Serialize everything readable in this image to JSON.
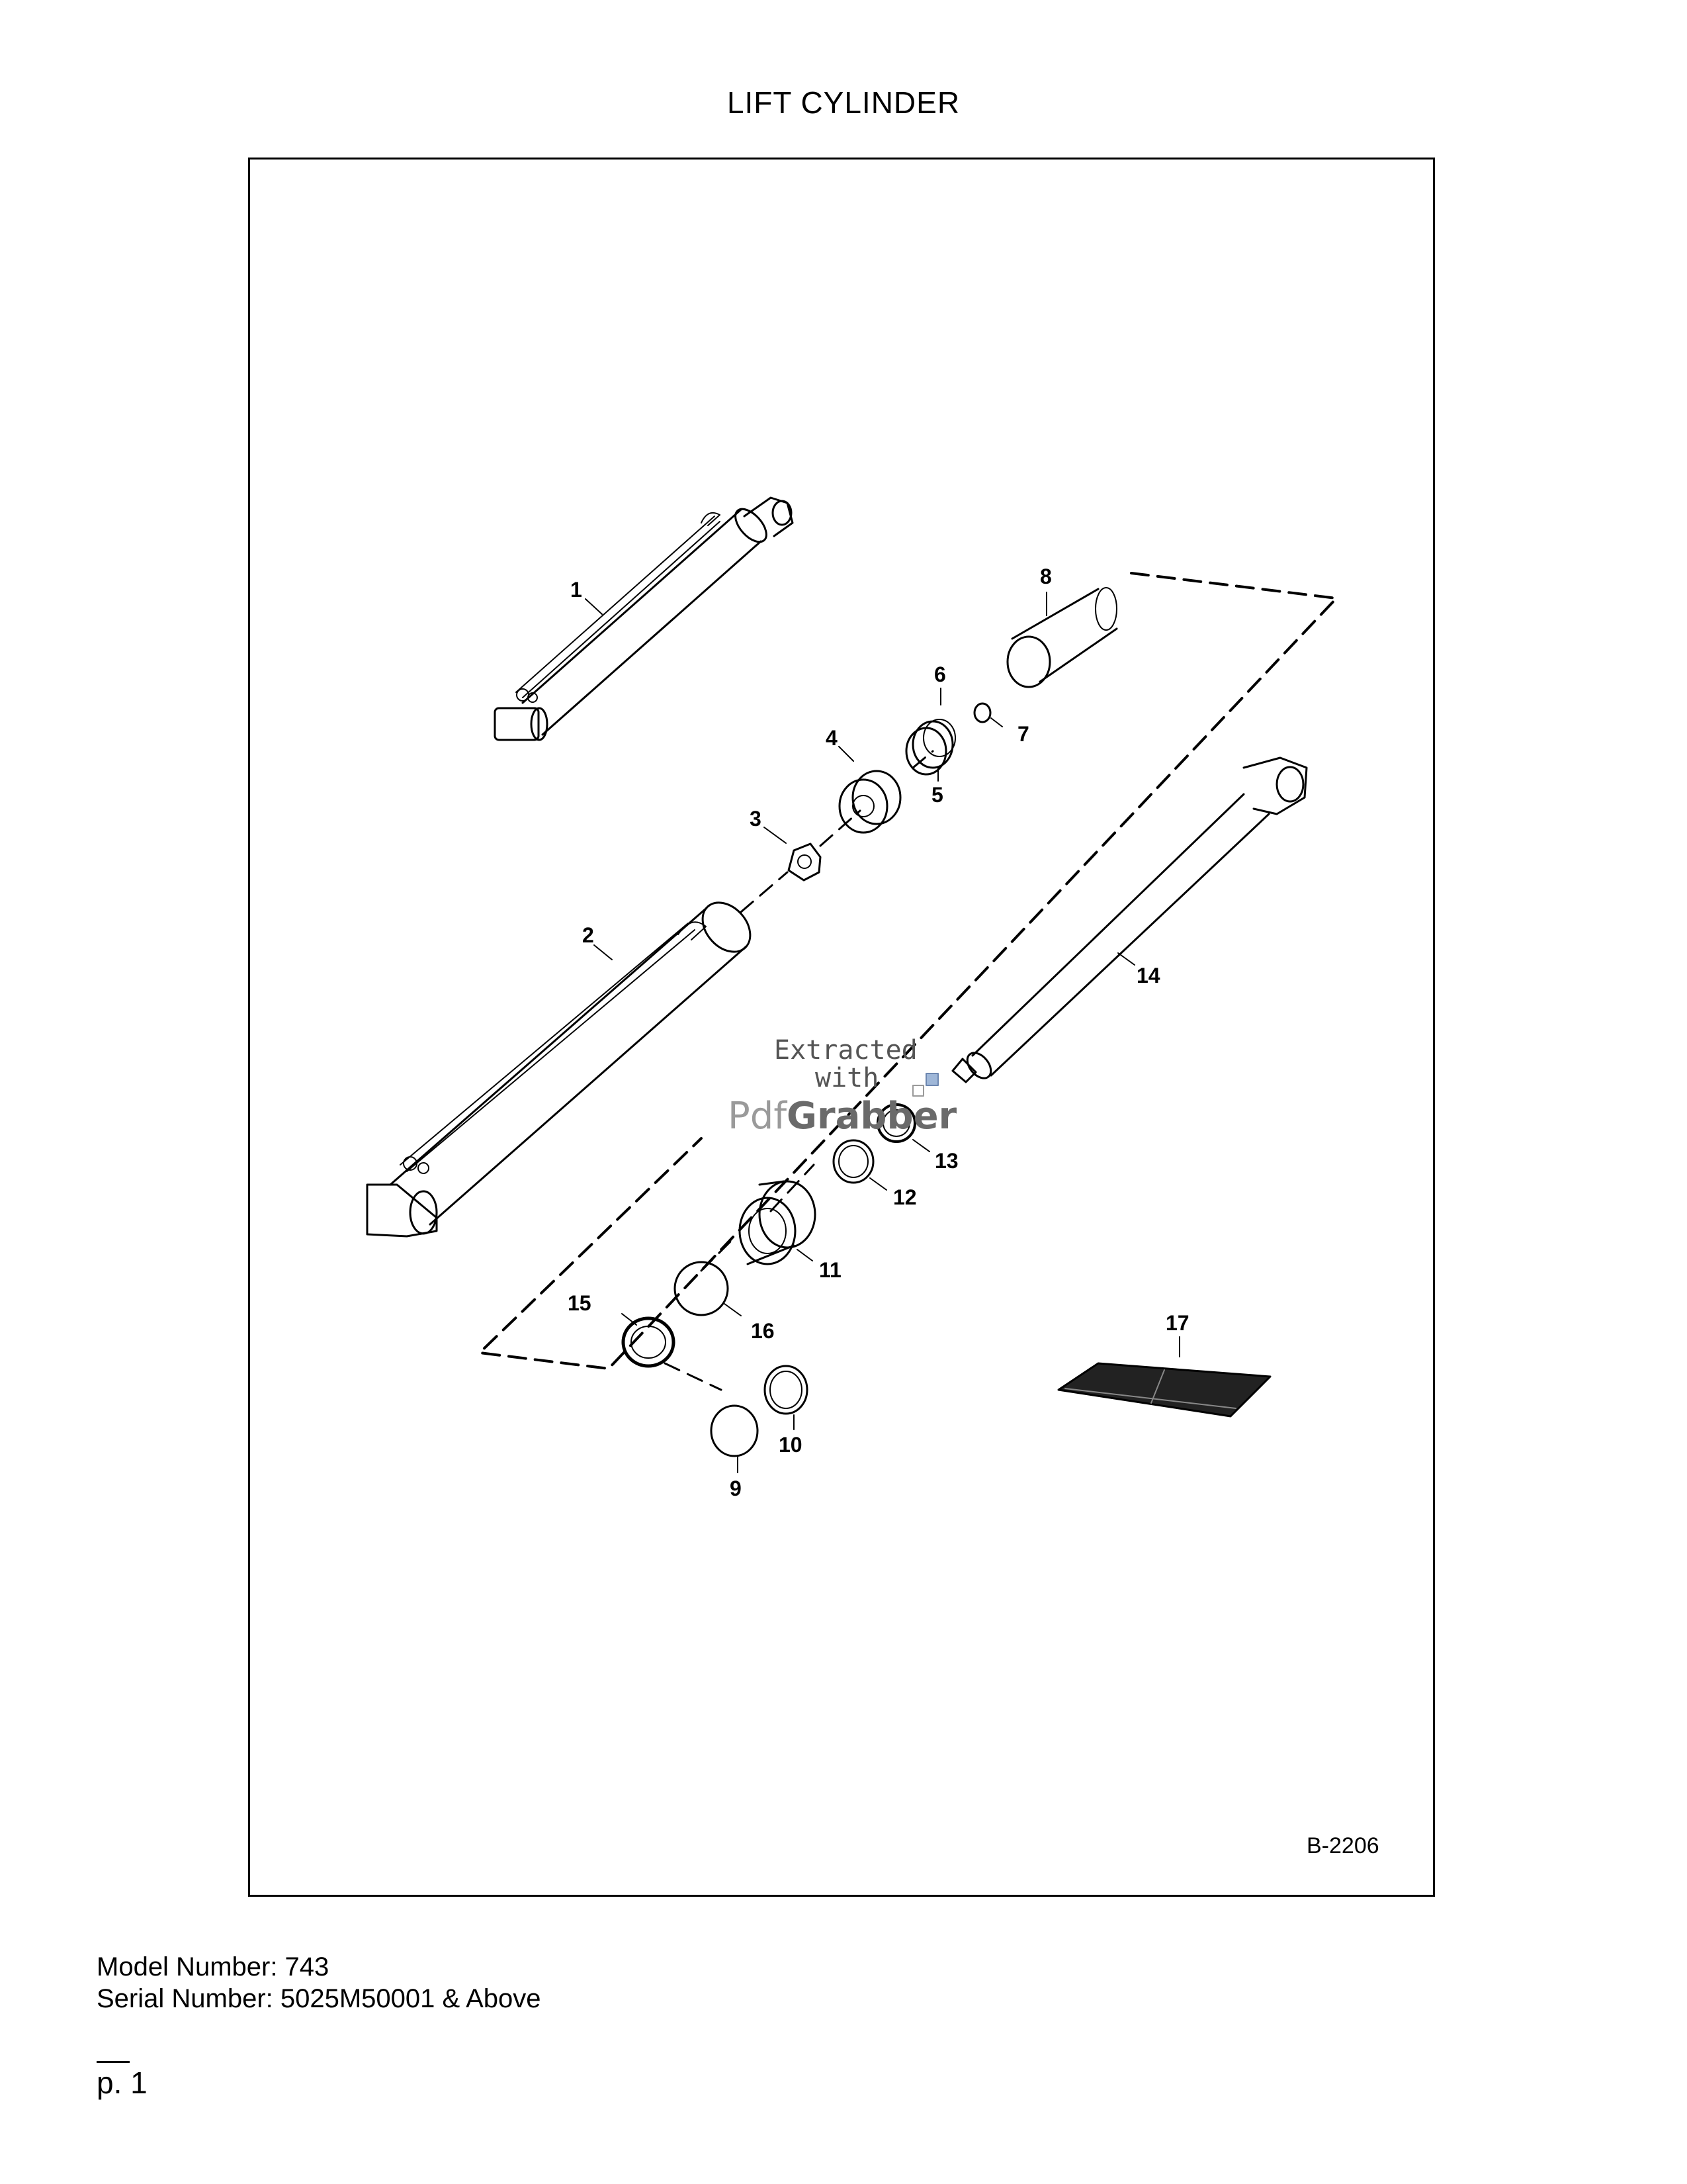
{
  "page": {
    "title": "LIFT CYLINDER",
    "figure_id": "B-2206",
    "model_line": "Model Number: 743",
    "serial_line": "Serial Number: 5025M50001 & Above",
    "page_number": "p. 1"
  },
  "watermark": {
    "line1": "Extracted",
    "line2": "with",
    "brand_light": "Pdf",
    "brand_dark": "Grabber"
  },
  "callouts": [
    "1",
    "2",
    "3",
    "4",
    "5",
    "6",
    "7",
    "8",
    "9",
    "10",
    "11",
    "12",
    "13",
    "14",
    "15",
    "16",
    "17"
  ]
}
